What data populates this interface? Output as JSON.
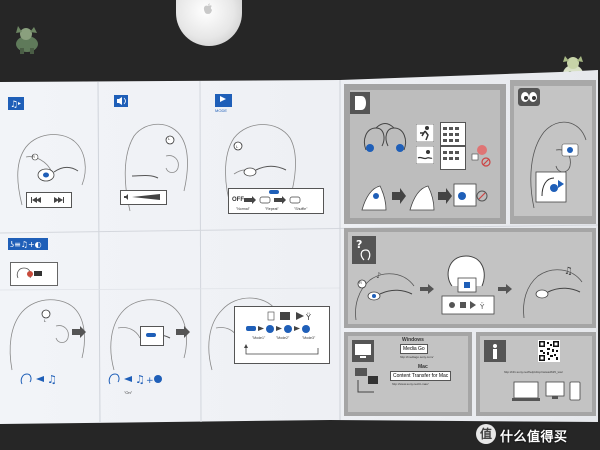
{
  "colors": {
    "table": "#2b2b2b",
    "paper": "#eef1f6",
    "panel_gray": "#9a9a9a",
    "panel_gray_light": "#b4b4b4",
    "accent_blue": "#1f5fb8",
    "line": "#6a6a6a"
  },
  "panels": {
    "p1": {
      "icon": "play-next-icon"
    },
    "p2": {
      "icon": "volume-icon",
      "label_letter": "L"
    },
    "p3": {
      "icon": "mode-icon",
      "icon_label": "MODE",
      "seq_off": "OFF",
      "captions": [
        "\"Normal\"",
        "\"Repeat\"",
        "\"Shuffle\""
      ]
    },
    "p4": {
      "icon": "ear-to-note-icon",
      "label_letter": "L"
    },
    "p5": {
      "caption": "\"On\""
    },
    "p6": {
      "captions": [
        "\"Mode1\"",
        "\"Mode2\"",
        "\"Mode3\""
      ]
    },
    "p_letter_r": "R",
    "p_letter_l": "L"
  },
  "info": {
    "windows_title": "Windows",
    "windows_app": "Media Go",
    "windows_url": "http://mediago.sony.com/",
    "mac_title": "Mac",
    "mac_app": "Content Transfer for Mac",
    "mac_url": "http://www.sony.net/ct-mac/",
    "support_url": "http://rd1.sony.net/help/dmp/nwwsd615_ww/"
  },
  "watermark": {
    "char": "值",
    "text": "什么值得买"
  }
}
